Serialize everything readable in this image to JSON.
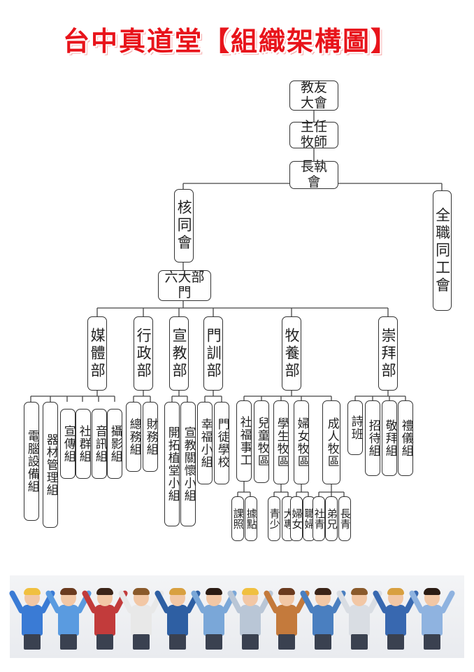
{
  "title": "台中真道堂【組織架構圖】",
  "nodes": {
    "jiaoyou": "教友大會",
    "zhuren": "主任牧師",
    "zhangzhi": "長執會",
    "hetong": "核同會",
    "quanzhi": "全職同工會",
    "liuda": "六大部門",
    "meiti": "媒體部",
    "xingzheng": "行政部",
    "xuanjiao": "宣教部",
    "mentun": "門訓部",
    "muyang": "牧養部",
    "chongbai": "崇拜部",
    "diannao": "電腦設備組",
    "qicai": "器材管理組",
    "xuanchuan": "宣傳組",
    "shequn": "社群組",
    "yinxun": "音訊組",
    "sheying": "攝影組",
    "zongwu": "總務組",
    "caiwu": "財務組",
    "kaituo": "開拓植堂小組",
    "xuanjiao_guanhuai": "宣教關懷小組",
    "xingfu": "幸福小組",
    "mentu_xuexiao": "門徒學校",
    "shefu": "社福事工",
    "ertong": "兒童牧區",
    "xuesheng": "學生牧區",
    "funv": "婦女牧區",
    "chengren": "成人牧區",
    "shiban": "詩班",
    "zhaodai": "招待組",
    "jingbai": "敬拜組",
    "liyi": "禮儀組",
    "kezhao": "課照",
    "judian": "據點",
    "qingshao": "青少",
    "dazhuan": "大專",
    "funv2": "婦女",
    "zhifu": "職婦",
    "sheqing": "社青",
    "dixiong": "弟兄",
    "zhangqing": "長青"
  }
}
